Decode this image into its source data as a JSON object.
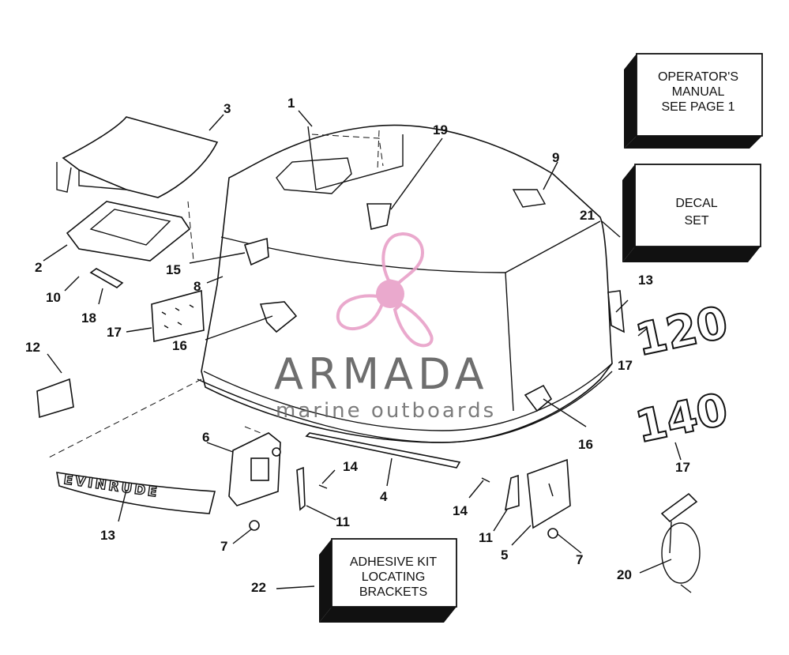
{
  "diagram": {
    "boxes": {
      "operators_manual": [
        "OPERATOR'S",
        "MANUAL",
        "SEE PAGE 1"
      ],
      "decal_set": [
        "DECAL",
        "SET"
      ],
      "adhesive_kit": [
        "ADHESIVE KIT",
        "LOCATING",
        "BRACKETS"
      ]
    },
    "callouts": {
      "c1": "1",
      "c2": "2",
      "c3": "3",
      "c4": "4",
      "c5": "5",
      "c6": "6",
      "c7a": "7",
      "c7b": "7",
      "c8": "8",
      "c9": "9",
      "c10": "10",
      "c11a": "11",
      "c11b": "11",
      "c12": "12",
      "c13a": "13",
      "c13b": "13",
      "c14a": "14",
      "c14b": "14",
      "c15": "15",
      "c16a": "16",
      "c16b": "16",
      "c17a": "17",
      "c17b": "17",
      "c17c": "17",
      "c18": "18",
      "c19": "19",
      "c20": "20",
      "c21": "21",
      "c22": "22"
    },
    "parts_text": {
      "brand_badge": "EVINRUDE",
      "emblem_upper": "120",
      "emblem_lower": "140"
    }
  },
  "watermark": {
    "title": "ARMADA",
    "subtitle": "marine outboards",
    "logo_color": "#e8a0c8"
  }
}
